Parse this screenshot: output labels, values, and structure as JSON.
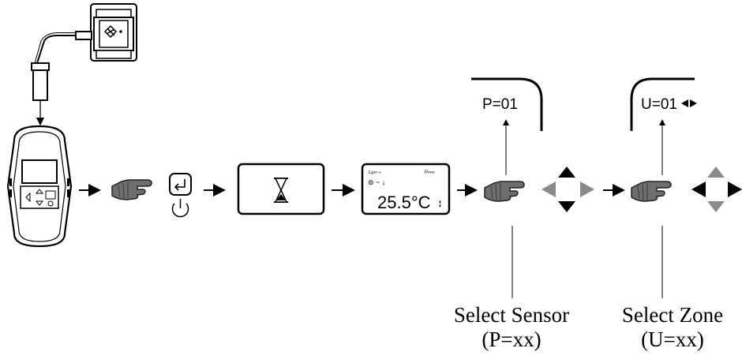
{
  "diagram": {
    "screen_lcd": {
      "status_left": "Lµ∞ ⌐",
      "status_right": "P∞∞",
      "line2": "⊚ ~ ↓",
      "temperature": "25.5°C",
      "arrows": "↕"
    },
    "popup_sensor": {
      "text": "P=01"
    },
    "popup_zone": {
      "text": "U=01"
    },
    "caption_sensor": {
      "title": "Select Sensor",
      "code": "(P=xx)"
    },
    "caption_zone": {
      "title": "Select Zone",
      "code": "(U=xx)"
    },
    "colors": {
      "ink": "#000000",
      "grey": "#8a8a8a",
      "hand": "#6a6a6a"
    }
  }
}
